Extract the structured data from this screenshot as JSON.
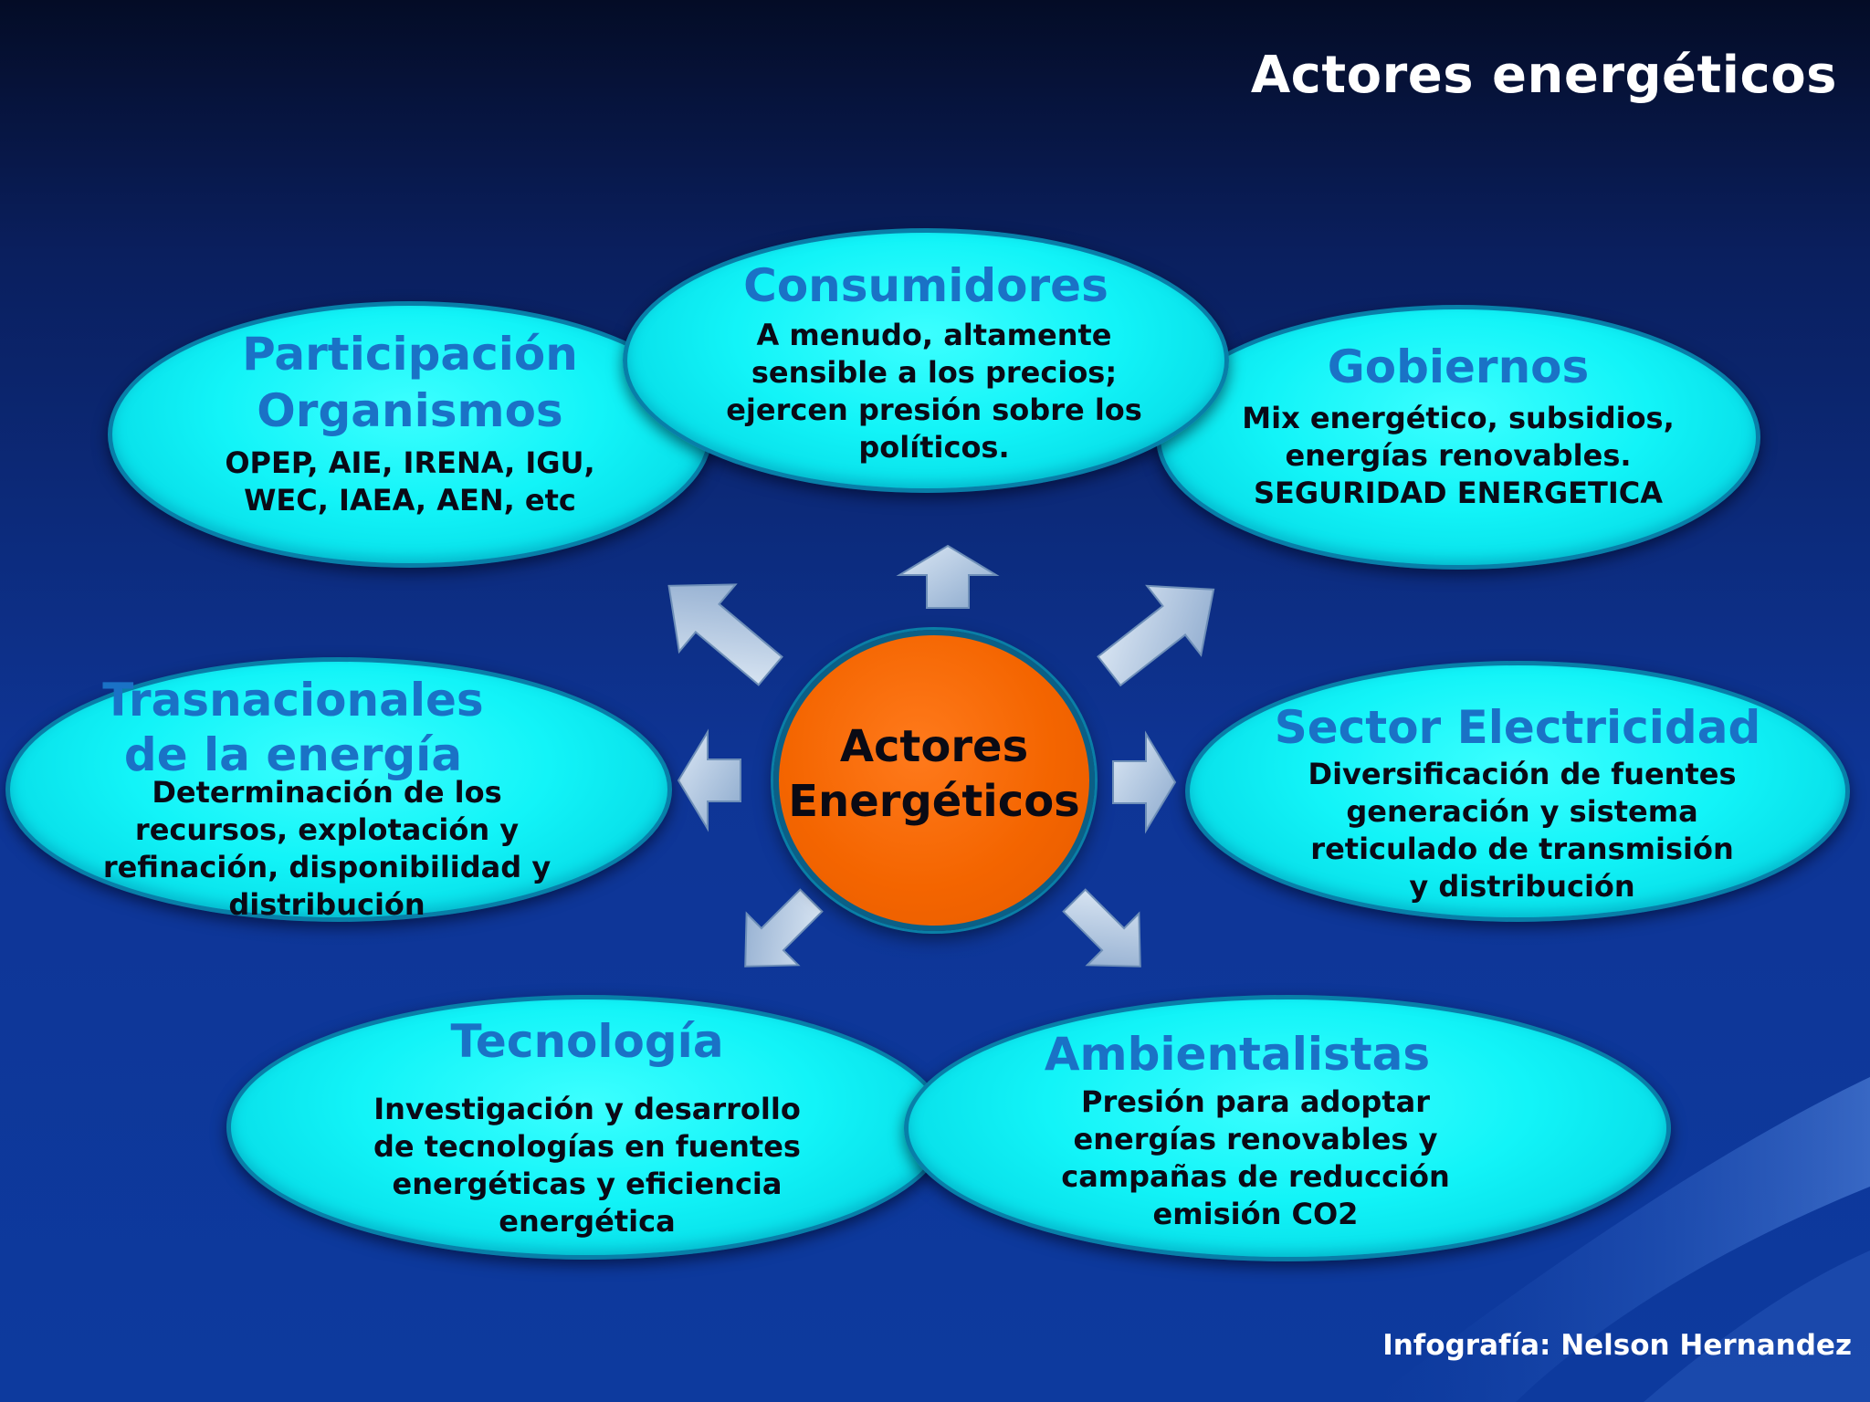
{
  "title": "Actores energéticos",
  "credit": "Infografía: Nelson Hernandez",
  "center": {
    "label": "Actores\nEnergéticos",
    "color": "#f46500"
  },
  "colors": {
    "bubble_fill": "#12f4f8",
    "bubble_heading": "#1a72c6",
    "bubble_text": "#0a0a16",
    "arrow_fill": "#a9c1dc",
    "background": "#0e3596"
  },
  "actors": [
    {
      "id": "participacion",
      "heading": "Participación\nOrganismos",
      "description": "OPEP, AIE, IRENA, IGU,\nWEC, IAEA, AEN, etc"
    },
    {
      "id": "consumidores",
      "heading": "Consumidores",
      "description": "A menudo, altamente\nsensible a los precios;\nejercen presión sobre los\npolíticos."
    },
    {
      "id": "gobiernos",
      "heading": "Gobiernos",
      "description": "Mix energético, subsidios,\nenergías renovables.\nSEGURIDAD ENERGETICA"
    },
    {
      "id": "trasnacionales",
      "heading": "Trasnacionales\nde la energía",
      "description": "Determinación de los\nrecursos, explotación y\nrefinación, disponibilidad y\ndistribución"
    },
    {
      "id": "electricidad",
      "heading": "Sector Electricidad",
      "description": "Diversificación de fuentes\ngeneración y sistema\nreticulado de transmisión\ny distribución"
    },
    {
      "id": "tecnologia",
      "heading": "Tecnología",
      "description": "Investigación y desarrollo\nde tecnologías en fuentes\nenergéticas y eficiencia\nenergética"
    },
    {
      "id": "ambientalistas",
      "heading": "Ambientalistas",
      "description": "Presión para adoptar\nenergías renovables y\ncampañas de reducción\nemisión CO2"
    }
  ],
  "arrows": [
    {
      "name": "arrow-up-icon"
    },
    {
      "name": "arrow-up-left-icon"
    },
    {
      "name": "arrow-up-right-icon"
    },
    {
      "name": "arrow-left-icon"
    },
    {
      "name": "arrow-right-icon"
    },
    {
      "name": "arrow-down-left-icon"
    },
    {
      "name": "arrow-down-right-icon"
    }
  ]
}
